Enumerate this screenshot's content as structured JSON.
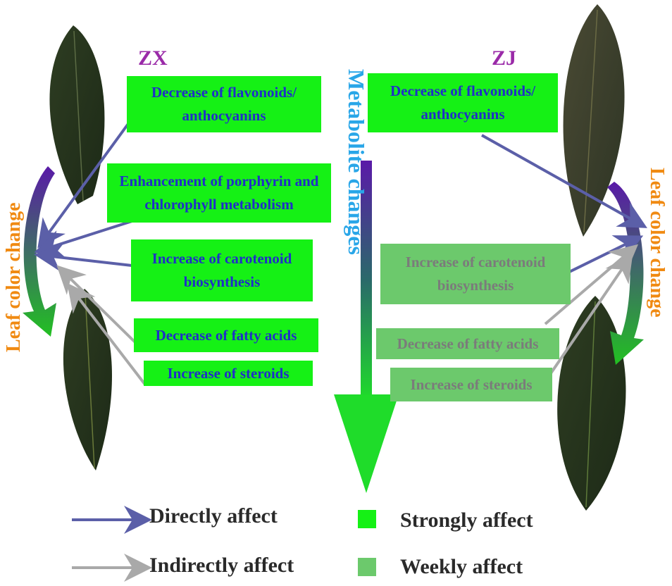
{
  "left_panel": {
    "label": "ZX",
    "side_label": "Leaf color change",
    "boxes": [
      "Decrease of flavonoids/ anthocyanins",
      "Enhancement of  porphyrin and chlorophyll metabolism",
      "Increase of carotenoid biosynthesis",
      "Decrease of fatty acids",
      "Increase of steroids"
    ]
  },
  "right_panel": {
    "label": "ZJ",
    "side_label": "Leaf color change",
    "boxes": [
      "Decrease of flavonoids/ anthocyanins",
      "Increase of carotenoid biosynthesis",
      "Decrease of fatty acids",
      "Increase of steroids"
    ]
  },
  "center_label": "Metabolite changes",
  "legend": {
    "direct": "Directly affect",
    "indirect": "Indirectly affect",
    "strong": "Strongly affect",
    "weak": "Weekly affect"
  },
  "colors": {
    "strong_fill": "#15f115",
    "weak_fill": "#6cc96c",
    "direct_arrow": "#5b5fa8",
    "indirect_arrow": "#a9a9a9",
    "zx_zj_label": "#9a2aa8",
    "side_label": "#f08a12",
    "center_label": "#29a6e8"
  },
  "icons": [
    "leaf-image",
    "arrow-icon"
  ]
}
